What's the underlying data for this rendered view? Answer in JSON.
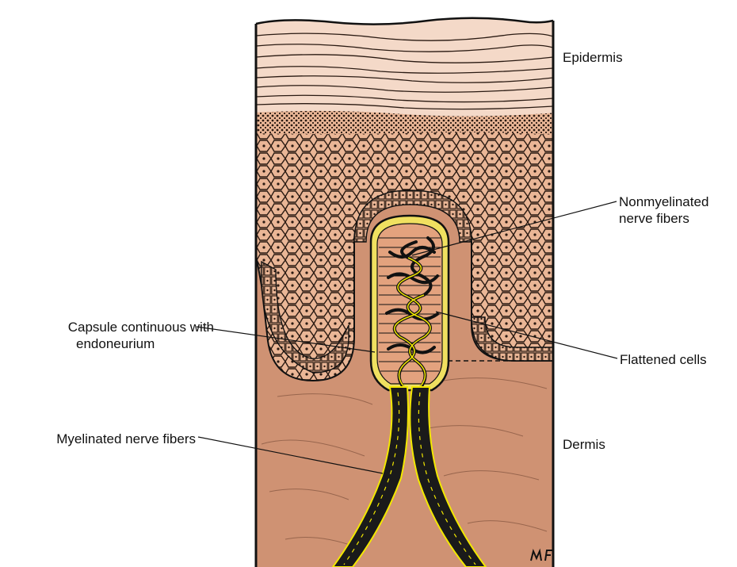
{
  "figure": {
    "labels": {
      "epidermis": "Epidermis",
      "nonmyelinated_line1": "Nonmyelinated",
      "nonmyelinated_line2": "nerve fibers",
      "capsule_line1": "Capsule continuous with",
      "capsule_line2": "endoneurium",
      "flattened_cells": "Flattened cells",
      "myelinated": "Myelinated nerve fibers",
      "dermis": "Dermis"
    },
    "signature_initials": "MF",
    "colors": {
      "epidermis_surface": "#f4d9c8",
      "epidermis_cells": "#eab696",
      "dermis": "#cf9273",
      "nerve": "#1a1a1a",
      "capsule_highlight": "#f2e800",
      "outline": "#111111"
    }
  }
}
